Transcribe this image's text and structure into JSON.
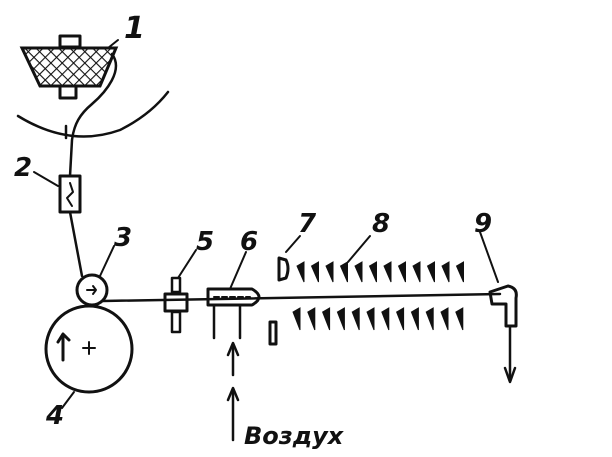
{
  "labels": {
    "l1": "1",
    "l2": "2",
    "l3": "3",
    "l4": "4",
    "l5": "5",
    "l6": "6",
    "l7": "7",
    "l8": "8",
    "l9": "9",
    "air": "Воздух"
  },
  "colors": {
    "ink": "#111111",
    "background": "#ffffff"
  }
}
